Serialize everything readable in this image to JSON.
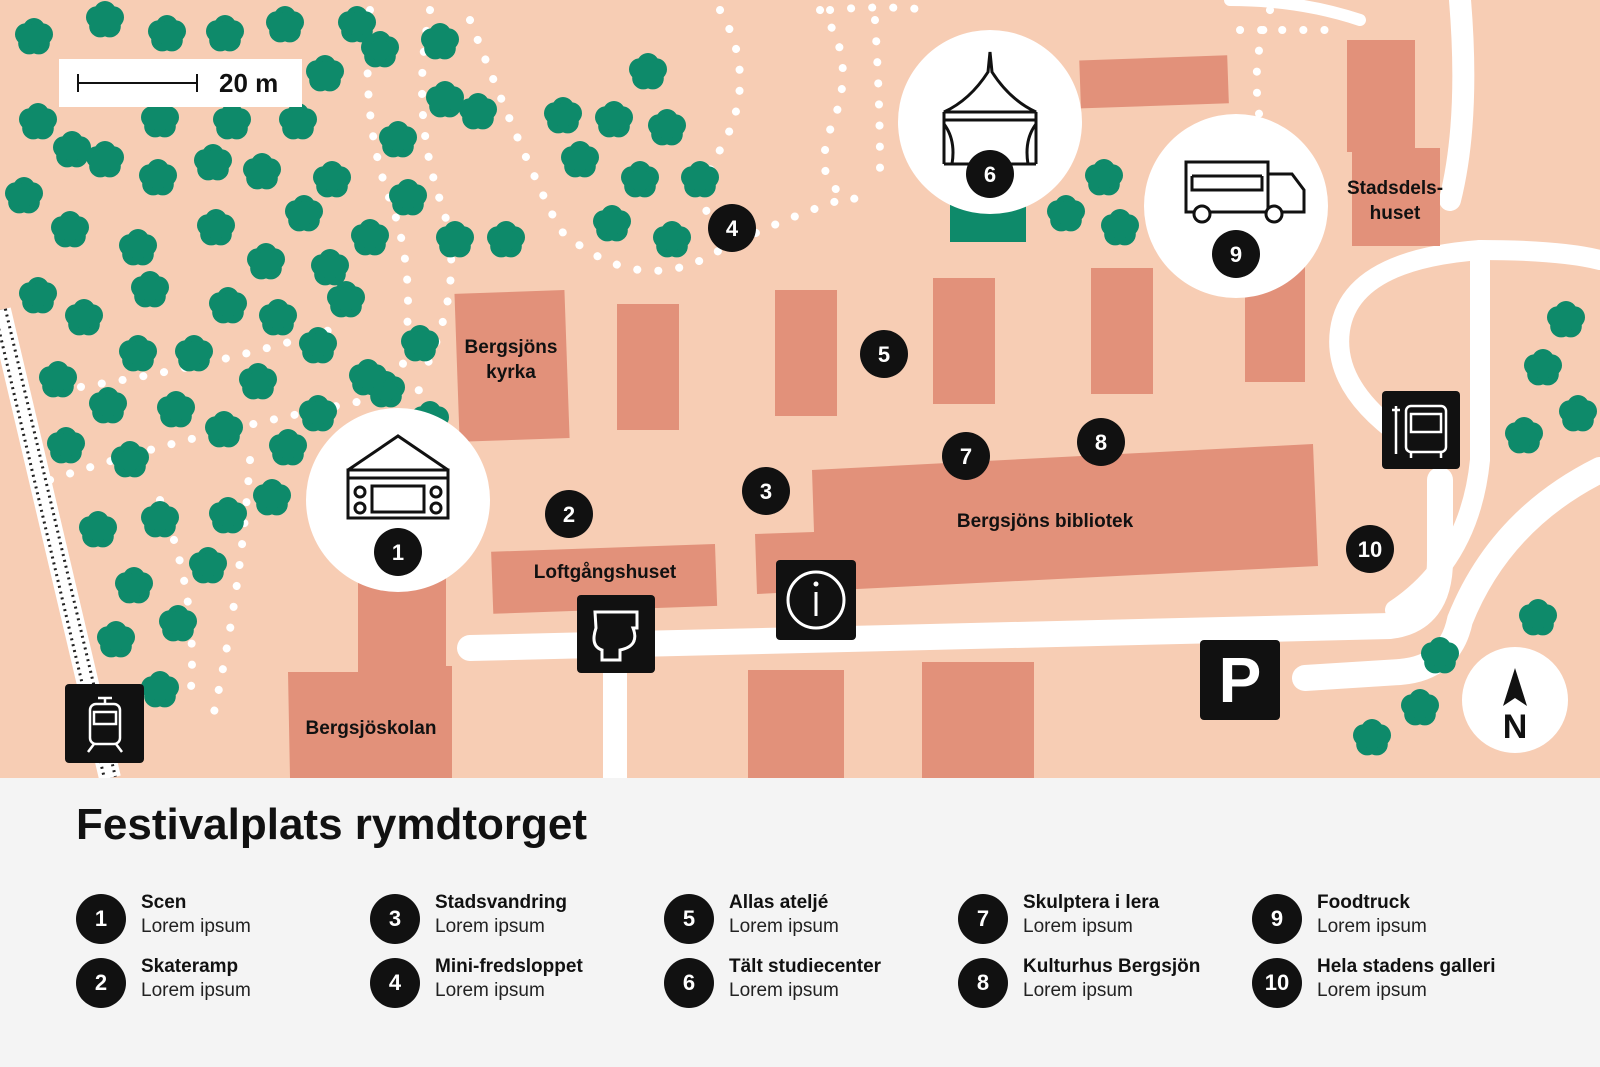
{
  "colors": {
    "ground": "#f7cdb4",
    "building": "#e2917a",
    "tree": "#0e8a6a",
    "path": "#ffffff",
    "marker": "#111111",
    "panel": "#f4f4f4"
  },
  "scale": {
    "label": "20 m"
  },
  "map_labels": {
    "kyrka": [
      "Bergsjöns",
      "kyrka"
    ],
    "stadsdelshuset": [
      "Stadsdels-",
      "huset"
    ],
    "bibliotek": "Bergsjöns bibliotek",
    "loftgangshuset": "Loftgångshuset",
    "bergsjoskolan": "Bergsjöskolan"
  },
  "markers": [
    "1",
    "2",
    "3",
    "4",
    "5",
    "6",
    "7",
    "8",
    "9",
    "10"
  ],
  "icons": [
    "stage-icon",
    "tent-icon",
    "food-truck-icon",
    "toilet-icon",
    "info-icon",
    "parking-icon",
    "tram-icon",
    "bus-icon",
    "north-arrow-icon"
  ],
  "compass": {
    "label": "N"
  },
  "legend": {
    "title": "Festivalplats rymdtorget",
    "items": [
      {
        "num": "1",
        "title": "Scen",
        "sub": "Lorem ipsum"
      },
      {
        "num": "2",
        "title": "Skateramp",
        "sub": "Lorem ipsum"
      },
      {
        "num": "3",
        "title": "Stadsvandring",
        "sub": "Lorem ipsum"
      },
      {
        "num": "4",
        "title": "Mini-fredsloppet",
        "sub": "Lorem ipsum"
      },
      {
        "num": "5",
        "title": "Allas ateljé",
        "sub": "Lorem ipsum"
      },
      {
        "num": "6",
        "title": "Tält studiecenter",
        "sub": "Lorem ipsum"
      },
      {
        "num": "7",
        "title": "Skulptera i lera",
        "sub": "Lorem ipsum"
      },
      {
        "num": "8",
        "title": "Kulturhus Bergsjön",
        "sub": "Lorem ipsum"
      },
      {
        "num": "9",
        "title": "Foodtruck",
        "sub": "Lorem ipsum"
      },
      {
        "num": "10",
        "title": "Hela stadens galleri",
        "sub": "Lorem ipsum"
      }
    ]
  }
}
